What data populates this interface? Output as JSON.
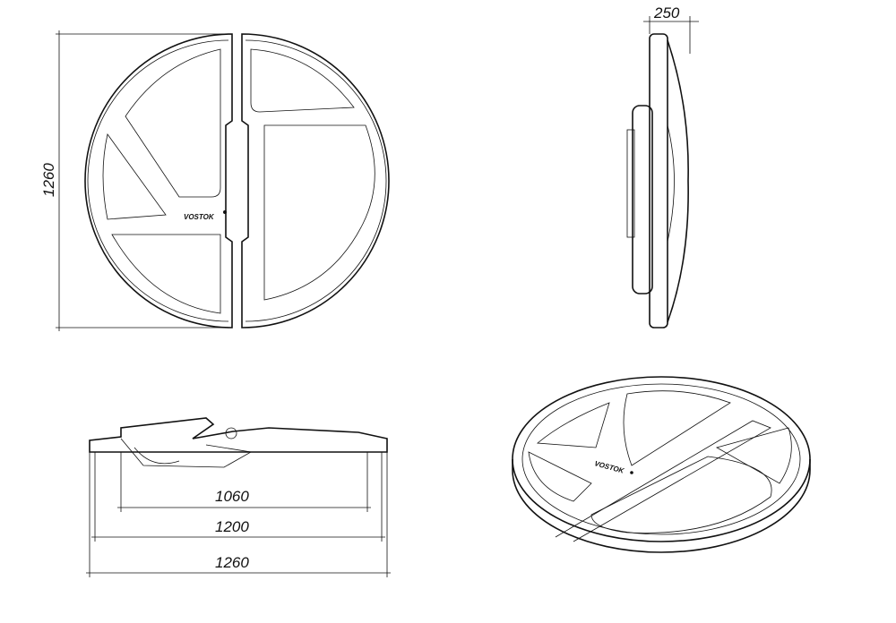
{
  "top_view": {
    "height_dim": "1260",
    "logo": "VOSTOK"
  },
  "side_view": {
    "thickness_dim": "250"
  },
  "front_view": {
    "dims": [
      "1060",
      "1200",
      "1260"
    ]
  },
  "iso_view": {
    "logo": "VOSTOK"
  }
}
